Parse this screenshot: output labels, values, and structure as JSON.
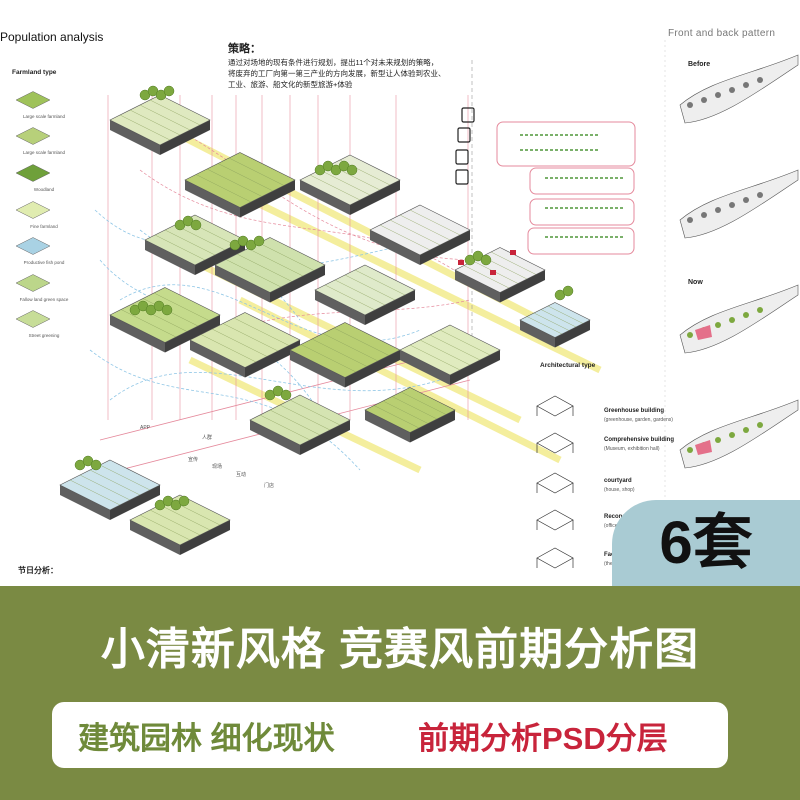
{
  "header": {
    "title": "Population analysis",
    "right_title": "Front and back pattern"
  },
  "strategy": {
    "title": "策略：",
    "lines": [
      "通过对场地的现有条件进行规划，提出11个对未来规划的策略，",
      "将废弃的工厂向第一第三产业的方向发展，新型让人体验到农业、",
      "工业、旅游、船文化的新型旅游+体验"
    ]
  },
  "farmland": {
    "title": "Farmland type",
    "items": [
      "Large scale farmland",
      "Large scale farmland",
      "Woodland",
      "Fine farmland",
      "Productive fish pond",
      "Fallow land green space",
      "Street greening"
    ]
  },
  "axis_labels": [
    "APP",
    "人群",
    "宣传",
    "现场",
    "互动",
    "门店"
  ],
  "pattern": {
    "before": "Before",
    "now": "Now"
  },
  "architecture": {
    "title": "Architectural type",
    "items": [
      {
        "name": "Greenhouse building",
        "sub": "(greenhouse, garden, gardens)"
      },
      {
        "name": "Comprehensive building",
        "sub": "(Museum, exhibition hall)"
      },
      {
        "name": "courtyard",
        "sub": "(house, shop)"
      },
      {
        "name": "Reconstruct",
        "sub": "(office, workshop)"
      },
      {
        "name": "Factory",
        "sub": "(the old factory)"
      }
    ]
  },
  "holiday": "节日分析：",
  "badge": "6套",
  "banner": {
    "headline": "小清新风格  竞赛风前期分析图",
    "tag_left": "建筑园林  细化现状",
    "tag_right": "前期分析PSD分层"
  },
  "colors": {
    "banner_green": "#7a8a43",
    "badge_blue": "#a9cbd3",
    "accent_red": "#c8243b",
    "tile_green": "#b9cf72",
    "tree_green": "#7da83f",
    "guide_yellow": "#f3ec8c",
    "guide_pink": "#e58a9c",
    "guide_blue": "#8fc6e6"
  }
}
